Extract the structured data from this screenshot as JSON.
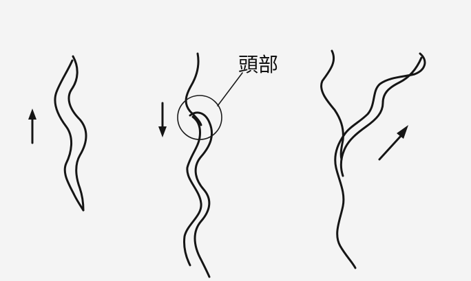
{
  "diagram": {
    "head_label": "頭部",
    "ink_color": "#151515",
    "paper_color": "#f4f4f4",
    "direction_arrows": [
      "up",
      "down",
      "up-right"
    ]
  }
}
